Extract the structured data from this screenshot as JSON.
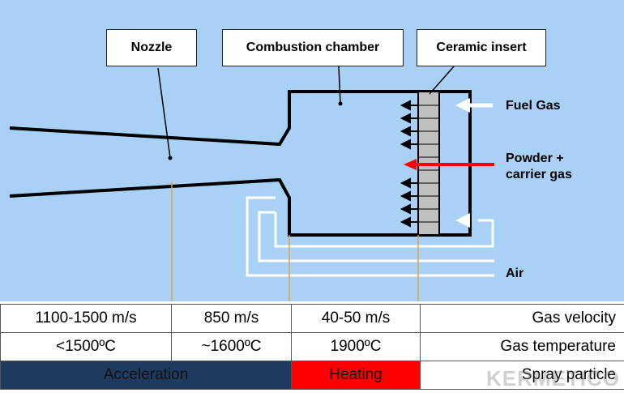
{
  "callouts": {
    "nozzle": "Nozzle",
    "combustion_chamber": "Combustion chamber",
    "ceramic_insert": "Ceramic insert"
  },
  "flow_labels": {
    "fuel_gas": "Fuel Gas",
    "powder_line1": "Powder +",
    "powder_line2": "carrier gas",
    "air": "Air"
  },
  "table": {
    "row1": [
      "1100-1500 m/s",
      "850 m/s",
      "40-50 m/s",
      "Gas velocity"
    ],
    "row2": [
      "<1500ºC",
      "~1600ºC",
      "1900ºC",
      "Gas temperature"
    ],
    "row3": [
      "Acceleration",
      "Heating",
      "Spray particle"
    ]
  },
  "watermark": "KERMETICO",
  "colors": {
    "background": "#a9d0f5",
    "acceleration_fill": "#1f3a5f",
    "heating_fill": "#ff0000",
    "powder_arrow": "#ff0000",
    "divider": "#d9a441"
  }
}
